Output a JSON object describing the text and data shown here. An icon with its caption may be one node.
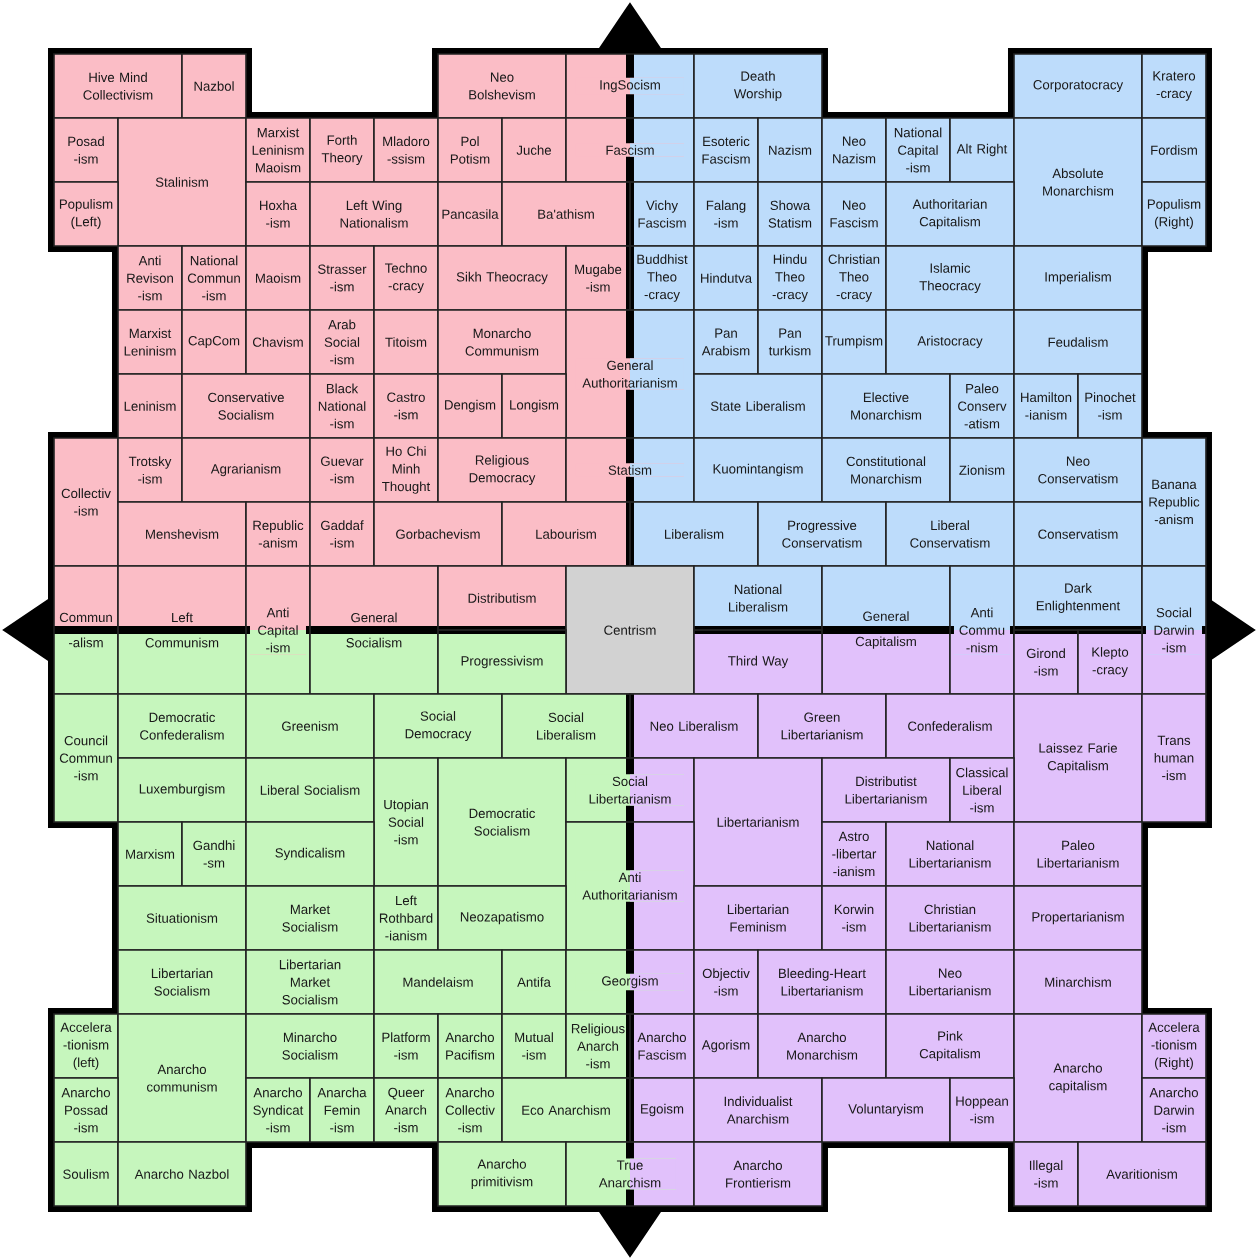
{
  "diagram": {
    "nodes": [
      {
        "text": [
          "Hive Mind Collectivism"
        ]
      },
      {
        "text": [
          "Nazbol"
        ]
      },
      {
        "text": [
          "Neo Bolshevism"
        ]
      },
      {
        "text": [
          "IngSocism"
        ]
      },
      {
        "text": [
          "Death Worship"
        ]
      },
      {
        "text": [
          "Corporatocracy"
        ]
      },
      {
        "text": [
          "Kratero -cracy"
        ]
      },
      {
        "text": [
          "Posad -ism"
        ]
      },
      {
        "text": [
          "Stalinism"
        ]
      },
      {
        "text": [
          "Marxist Leninism Maoism"
        ]
      },
      {
        "text": [
          "Forth Theory"
        ]
      },
      {
        "text": [
          "Mladoro -ssism"
        ]
      },
      {
        "text": [
          "Pol Potism"
        ]
      },
      {
        "text": [
          "Juche"
        ]
      },
      {
        "text": [
          "Fascism"
        ]
      },
      {
        "text": [
          "Esoteric Fascism"
        ]
      },
      {
        "text": [
          "Nazism"
        ]
      },
      {
        "text": [
          "Neo Nazism"
        ]
      },
      {
        "text": [
          "National Capital -ism"
        ]
      },
      {
        "text": [
          "Alt Right"
        ]
      },
      {
        "text": [
          "Absolute Monarchism"
        ]
      },
      {
        "text": [
          "Fordism"
        ]
      },
      {
        "text": [
          "Populism (Left)"
        ]
      },
      {
        "text": [
          "Hoxha -ism"
        ]
      },
      {
        "text": [
          "Left Wing Nationalism"
        ]
      },
      {
        "text": [
          "Pancasila"
        ]
      },
      {
        "text": [
          "Ba'athism"
        ]
      },
      {
        "text": [
          "Vichy Fascism"
        ]
      },
      {
        "text": [
          "Falang -ism"
        ]
      },
      {
        "text": [
          "Showa Statism"
        ]
      },
      {
        "text": [
          "Neo Fascism"
        ]
      },
      {
        "text": [
          "Authoritarian Capitalism"
        ]
      },
      {
        "text": [
          "Populism (Right)"
        ]
      },
      {
        "text": [
          "Anti Revison -ism"
        ]
      },
      {
        "text": [
          "National Commun -ism"
        ]
      },
      {
        "text": [
          "Maoism"
        ]
      },
      {
        "text": [
          "Strasser -ism"
        ]
      },
      {
        "text": [
          "Techno -cracy"
        ]
      },
      {
        "text": [
          "Sikh Theocracy"
        ]
      },
      {
        "text": [
          "Mugabe -ism"
        ]
      },
      {
        "text": [
          "Buddhist Theo -cracy"
        ]
      },
      {
        "text": [
          "Hindutva"
        ]
      },
      {
        "text": [
          "Hindu Theo -cracy"
        ]
      },
      {
        "text": [
          "Christian Theo -cracy"
        ]
      },
      {
        "text": [
          "Islamic Theocracy"
        ]
      },
      {
        "text": [
          "Imperialism"
        ]
      },
      {
        "text": [
          "Marxist Leninism"
        ]
      },
      {
        "text": [
          "CapCom"
        ]
      },
      {
        "text": [
          "Chavism"
        ]
      },
      {
        "text": [
          "Arab Social -ism"
        ]
      },
      {
        "text": [
          "Titoism"
        ]
      },
      {
        "text": [
          "Monarcho Communism"
        ]
      },
      {
        "text": [
          "General Authoritarianism"
        ]
      },
      {
        "text": [
          "Pan Arabism"
        ]
      },
      {
        "text": [
          "Pan turkism"
        ]
      },
      {
        "text": [
          "Trumpism"
        ]
      },
      {
        "text": [
          "Aristocracy"
        ]
      },
      {
        "text": [
          "Feudalism"
        ]
      },
      {
        "text": [
          "Leninism"
        ]
      },
      {
        "text": [
          "Conservative Socialism"
        ]
      },
      {
        "text": [
          "Black National -ism"
        ]
      },
      {
        "text": [
          "Castro -ism"
        ]
      },
      {
        "text": [
          "Dengism"
        ]
      },
      {
        "text": [
          "Longism"
        ]
      },
      {
        "text": [
          "State Liberalism"
        ]
      },
      {
        "text": [
          "Elective Monarchism"
        ]
      },
      {
        "text": [
          "Paleo Conserv -atism"
        ]
      },
      {
        "text": [
          "Hamilton -ianism"
        ]
      },
      {
        "text": [
          "Pinochet -ism"
        ]
      },
      {
        "text": [
          "Collectiv -ism"
        ]
      },
      {
        "text": [
          "Trotsky -ism"
        ]
      },
      {
        "text": [
          "Agrarianism"
        ]
      },
      {
        "text": [
          "Guevar -ism"
        ]
      },
      {
        "text": [
          "Ho Chi Minh Thought"
        ]
      },
      {
        "text": [
          "Religious Democracy"
        ]
      },
      {
        "text": [
          "Statism"
        ]
      },
      {
        "text": [
          "Kuomintangism"
        ]
      },
      {
        "text": [
          "Constitutional Monarchism"
        ]
      },
      {
        "text": [
          "Zionism"
        ]
      },
      {
        "text": [
          "Neo Conservatism"
        ]
      },
      {
        "text": [
          "Banana Republic -anism"
        ]
      },
      {
        "text": [
          "Menshevism"
        ]
      },
      {
        "text": [
          "Republic -anism"
        ]
      },
      {
        "text": [
          "Gaddaf -ism"
        ]
      },
      {
        "text": [
          "Gorbachevism"
        ]
      },
      {
        "text": [
          "Labourism"
        ]
      },
      {
        "text": [
          "Liberalism"
        ]
      },
      {
        "text": [
          "Progressive Conservatism"
        ]
      },
      {
        "text": [
          "Liberal Conservatism"
        ]
      },
      {
        "text": [
          "Conservatism"
        ]
      },
      {
        "text": [
          "Commun -alism"
        ]
      },
      {
        "text": [
          "Left Communism"
        ]
      },
      {
        "text": [
          "Anti Capital -ism"
        ]
      },
      {
        "text": [
          "General Socialism"
        ]
      },
      {
        "text": [
          "Distributism"
        ]
      },
      {
        "text": [
          "Centrism"
        ]
      },
      {
        "text": [
          "National Liberalism"
        ]
      },
      {
        "text": [
          "General Capitalism"
        ]
      },
      {
        "text": [
          "Anti Commu -nism"
        ]
      },
      {
        "text": [
          "Dark Enlightenment"
        ]
      },
      {
        "text": [
          "Social Darwin -ism"
        ]
      },
      {
        "text": [
          "Progressivism"
        ]
      },
      {
        "text": [
          "Third Way"
        ]
      },
      {
        "text": [
          "Girond -ism"
        ]
      },
      {
        "text": [
          "Klepto -cracy"
        ]
      },
      {
        "text": [
          "Council Commun -ism"
        ]
      },
      {
        "text": [
          "Democratic Confederalism"
        ]
      },
      {
        "text": [
          "Greenism"
        ]
      },
      {
        "text": [
          "Social Democracy"
        ]
      },
      {
        "text": [
          "Social Liberalism"
        ]
      },
      {
        "text": [
          "Neo Liberalism"
        ]
      },
      {
        "text": [
          "Green Libertarianism"
        ]
      },
      {
        "text": [
          "Confederalism"
        ]
      },
      {
        "text": [
          "Laissez Farie Capitalism"
        ]
      },
      {
        "text": [
          "Trans human -ism"
        ]
      },
      {
        "text": [
          "Luxemburgism"
        ]
      },
      {
        "text": [
          "Liberal Socialism"
        ]
      },
      {
        "text": [
          "Utopian Social -ism"
        ]
      },
      {
        "text": [
          "Democratic Socialism"
        ]
      },
      {
        "text": [
          "Social Libertarianism"
        ]
      },
      {
        "text": [
          "Libertarianism"
        ]
      },
      {
        "text": [
          "Distributist Libertarianism"
        ]
      },
      {
        "text": [
          "Classical Liberal -ism"
        ]
      },
      {
        "text": [
          "Marxism"
        ]
      },
      {
        "text": [
          "Gandhi -sm"
        ]
      },
      {
        "text": [
          "Syndicalism"
        ]
      },
      {
        "text": [
          "Anti Authoritarianism"
        ]
      },
      {
        "text": [
          "Astro -libertar -ianism"
        ]
      },
      {
        "text": [
          "National Libertarianism"
        ]
      },
      {
        "text": [
          "Paleo Libertarianism"
        ]
      },
      {
        "text": [
          "Situationism"
        ]
      },
      {
        "text": [
          "Market Socialism"
        ]
      },
      {
        "text": [
          "Left Rothbard -ianism"
        ]
      },
      {
        "text": [
          "Neozapatismo"
        ]
      },
      {
        "text": [
          "Libertarian Feminism"
        ]
      },
      {
        "text": [
          "Korwin -ism"
        ]
      },
      {
        "text": [
          "Christian Libertarianism"
        ]
      },
      {
        "text": [
          "Propertarianism"
        ]
      },
      {
        "text": [
          "Libertarian Socialism"
        ]
      },
      {
        "text": [
          "Libertarian Market Socialism"
        ]
      },
      {
        "text": [
          "Mandelaism"
        ]
      },
      {
        "text": [
          "Antifa"
        ]
      },
      {
        "text": [
          "Georgism"
        ]
      },
      {
        "text": [
          "Objectiv -ism"
        ]
      },
      {
        "text": [
          "Bleeding-Heart Libertarianism"
        ]
      },
      {
        "text": [
          "Neo Libertarianism"
        ]
      },
      {
        "text": [
          "Minarchism"
        ]
      },
      {
        "text": [
          "Accelera -tionism (left)"
        ]
      },
      {
        "text": [
          "Anarcho communism"
        ]
      },
      {
        "text": [
          "Minarcho Socialism"
        ]
      },
      {
        "text": [
          "Platform -ism"
        ]
      },
      {
        "text": [
          "Anarcho Pacifism"
        ]
      },
      {
        "text": [
          "Mutual -ism"
        ]
      },
      {
        "text": [
          "Religious Anarch -ism"
        ]
      },
      {
        "text": [
          "Anarcho Fascism"
        ]
      },
      {
        "text": [
          "Agorism"
        ]
      },
      {
        "text": [
          "Anarcho Monarchism"
        ]
      },
      {
        "text": [
          "Pink Capitalism"
        ]
      },
      {
        "text": [
          "Anarcho capitalism"
        ]
      },
      {
        "text": [
          "Accelera -tionism (Right)"
        ]
      },
      {
        "text": [
          "Anarcho Possad -ism"
        ]
      },
      {
        "text": [
          "Anarcho Syndicat -ism"
        ]
      },
      {
        "text": [
          "Anarcha Femin -ism"
        ]
      },
      {
        "text": [
          "Queer Anarch -ism"
        ]
      },
      {
        "text": [
          "Anarcho Collectiv -ism"
        ]
      },
      {
        "text": [
          "Eco Anarchism"
        ]
      },
      {
        "text": [
          "Egoism"
        ]
      },
      {
        "text": [
          "Individualist Anarchism"
        ]
      },
      {
        "text": [
          "Voluntaryism"
        ]
      },
      {
        "text": [
          "Hoppean -ism"
        ]
      },
      {
        "text": [
          "Anarcho Darwin -ism"
        ]
      },
      {
        "text": [
          "Soulism"
        ]
      },
      {
        "text": [
          "Anarcho Nazbol"
        ]
      },
      {
        "text": [
          "Anarcho primitivism"
        ]
      },
      {
        "text": [
          "True Anarchism"
        ]
      },
      {
        "text": [
          "Anarcho Frontierism"
        ]
      },
      {
        "text": [
          "Illegal -ism"
        ]
      },
      {
        "text": [
          "Avaritionism"
        ]
      }
    ]
  }
}
